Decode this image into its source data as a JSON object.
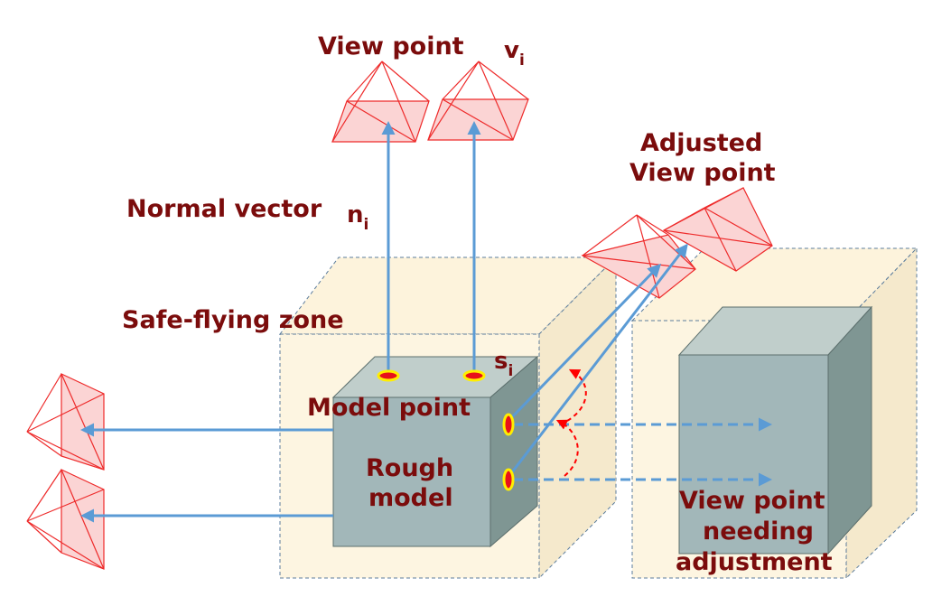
{
  "labels": {
    "view_point": "View point",
    "v_symbol": "v",
    "v_subscript": "i",
    "adjusted_line1": "Adjusted",
    "adjusted_line2": "View point",
    "normal_vector": "Normal vector",
    "n_symbol": "n",
    "n_subscript": "i",
    "safe_zone": "Safe-flying zone",
    "s_symbol": "s",
    "s_subscript": "i",
    "model_point": "Model point",
    "rough_line1": "Rough",
    "rough_line2": "model",
    "needing_line1": "View point",
    "needing_line2": "needing",
    "needing_line3": "adjustment"
  },
  "colors": {
    "label_text": "#7b0c0c",
    "safe_zone_fill": "#fdf3dc",
    "zone_border": "#5b7c9c",
    "block_front": "#a2b7b9",
    "block_top": "#c0cecb",
    "block_side": "#7f9693",
    "arrow": "#5b9bd5",
    "frustum_stroke": "#ee2a2a",
    "frustum_fill": "#fbd4d4",
    "model_point_fill": "#e8101a",
    "model_point_ring": "#ffee00",
    "rotation_arc": "#ff0000"
  }
}
